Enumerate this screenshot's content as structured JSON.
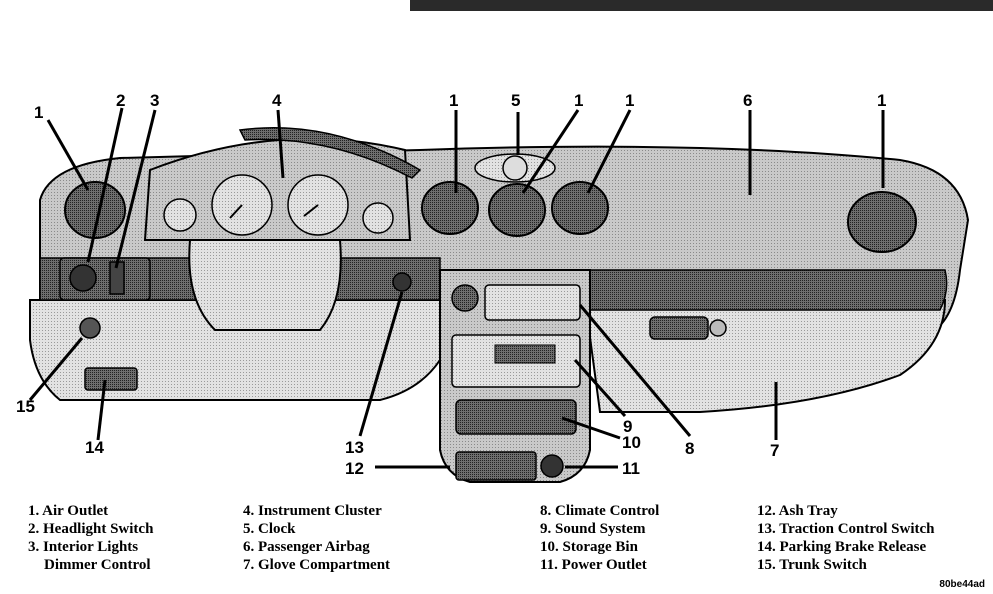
{
  "callout_numbers": {
    "n1": "1",
    "n2": "2",
    "n3": "3",
    "n4": "4",
    "n5": "5",
    "n6": "6",
    "n7": "7",
    "n8": "8",
    "n9": "9",
    "n10": "10",
    "n11": "11",
    "n12": "12",
    "n13": "13",
    "n14": "14",
    "n15": "15"
  },
  "legend": {
    "col1": [
      "1. Air Outlet",
      "2. Headlight Switch",
      "3. Interior Lights",
      "Dimmer Control"
    ],
    "col2": [
      "4. Instrument Cluster",
      "5. Clock",
      "6. Passenger Airbag",
      "7. Glove Compartment"
    ],
    "col3": [
      "8. Climate Control",
      "9. Sound System",
      "10. Storage Bin",
      "11. Power Outlet"
    ],
    "col4": [
      "12. Ash Tray",
      "13. Traction Control Switch",
      "14. Parking Brake Release",
      "15. Trunk Switch"
    ]
  },
  "image_code": "80be44ad"
}
